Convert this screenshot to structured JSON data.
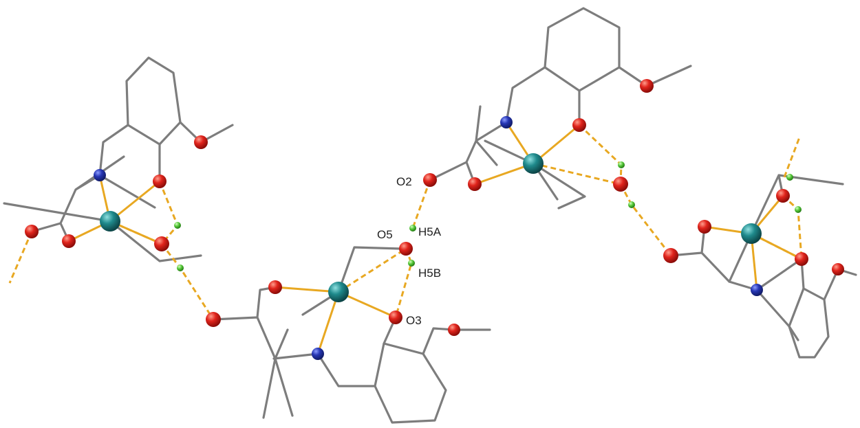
{
  "figure": {
    "description_labels": {
      "o2": "O2",
      "o3": "O3",
      "o5": "O5",
      "h5a": "H5A",
      "h5b": "H5B"
    }
  },
  "colors": {
    "bond": "#7d7d7d",
    "coordination_bond": "#e8a822",
    "hydrogen_bond": "#e8a822",
    "oxygen": "#e0241c",
    "nitrogen": "#2636b4",
    "metal": "#1f8a8c",
    "hydrogen": "#56c83a",
    "label": "#222222"
  },
  "atom_types": [
    "metal",
    "oxygen",
    "nitrogen",
    "hydrogen"
  ]
}
